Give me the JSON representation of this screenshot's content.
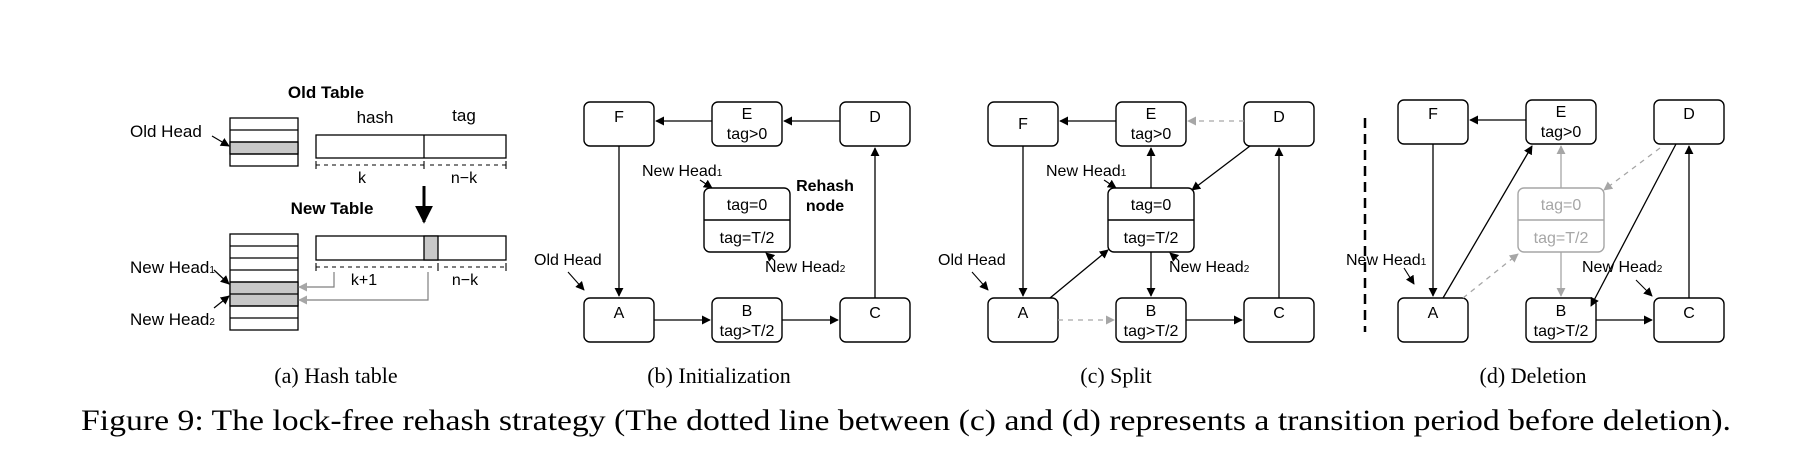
{
  "panel_a": {
    "old_table_title": "Old Table",
    "new_table_title": "New Table",
    "old_head": "Old Head",
    "new_head_1": "New Head",
    "new_head_1_sub": "1",
    "new_head_2": "New Head",
    "new_head_2_sub": "2",
    "hash_label": "hash",
    "tag_label": "tag",
    "k_label": "k",
    "n_minus_k_label": "n−k",
    "k_plus_1_label": "k+1",
    "n_minus_k_label_2": "n−k"
  },
  "nodes": {
    "A": "A",
    "B": "B",
    "C": "C",
    "D": "D",
    "E": "E",
    "F": "F",
    "E_tag": "tag>0",
    "B_tag": "tag>T/2",
    "rehash_top": "tag=0",
    "rehash_bottom": "tag=T/2"
  },
  "labels": {
    "new_head": "New Head",
    "sub_1": "1",
    "sub_2": "2",
    "old_head": "Old Head",
    "rehash_node_1": "Rehash",
    "rehash_node_2": "node"
  },
  "captions": {
    "a": "(a)  Hash table",
    "b": "(b)  Initialization",
    "c": "(c)  Split",
    "d": "(d)  Deletion"
  },
  "figure_caption": "Figure 9: The lock-free rehash strategy (The dotted line between (c) and (d) represents a transition period before deletion).",
  "colors": {
    "stroke": "#000000",
    "fill_gray": "#c8c8c8",
    "faded": "#a6a6a6"
  }
}
